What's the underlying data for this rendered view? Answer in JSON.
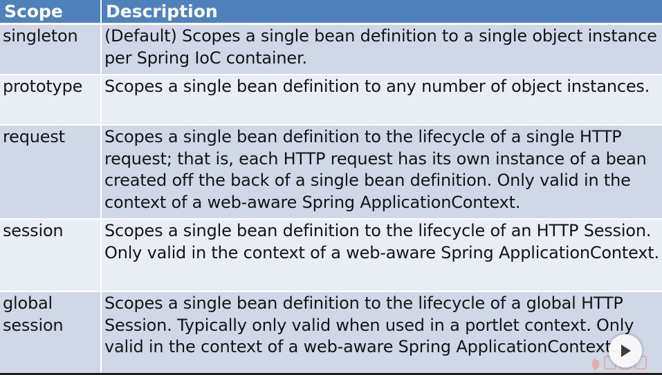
{
  "table": {
    "headers": [
      "Scope",
      "Description"
    ],
    "rows": [
      {
        "scope": "singleton",
        "description": "(Default) Scopes a single bean definition to a single object instance per Spring IoC container."
      },
      {
        "scope": "prototype",
        "description": "Scopes a single bean definition to any number of object instances."
      },
      {
        "scope": "request",
        "description": "Scopes a single bean definition to the lifecycle of a single HTTP request; that is, each HTTP request has its own instance of a bean created off the back of a single bean definition. Only valid in the context of a web-aware Spring ApplicationContext."
      },
      {
        "scope": "session",
        "description": "Scopes a single bean definition to the lifecycle of an HTTP Session. Only valid in the context of a web-aware Spring ApplicationContext."
      },
      {
        "scope": "global session",
        "description": "Scopes a single bean definition to the lifecycle of a global HTTP Session. Typically only valid when used in a portlet context. Only valid in the context of a web-aware Spring ApplicationContext."
      }
    ]
  },
  "overlay": {
    "play_icon": "play-icon",
    "watermark_icon": "flame-logo-icon"
  },
  "colors": {
    "header_bg": "#4f81bd",
    "row_odd_bg": "#d0d8e8",
    "row_even_bg": "#e9edf4"
  }
}
